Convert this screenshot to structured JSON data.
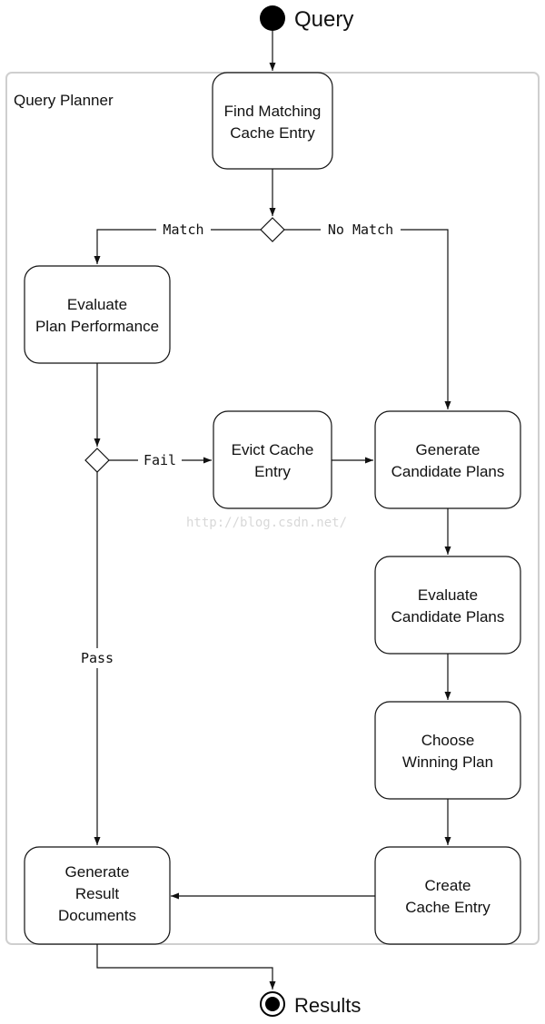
{
  "start": {
    "label": "Query"
  },
  "end": {
    "label": "Results"
  },
  "container": {
    "label": "Query Planner"
  },
  "nodes": {
    "find": [
      "Find Matching",
      "Cache Entry"
    ],
    "evalPerf": [
      "Evaluate",
      "Plan Performance"
    ],
    "evict": [
      "Evict Cache",
      "Entry"
    ],
    "genCand": [
      "Generate",
      "Candidate Plans"
    ],
    "evalCand": [
      "Evaluate",
      "Candidate Plans"
    ],
    "choose": [
      "Choose",
      "Winning Plan"
    ],
    "create": [
      "Create",
      "Cache Entry"
    ],
    "genResult": [
      "Generate",
      "Result",
      "Documents"
    ]
  },
  "edges": {
    "match": "Match",
    "no_match": "No Match",
    "fail": "Fail",
    "pass": "Pass"
  },
  "watermark": "http://blog.csdn.net/"
}
